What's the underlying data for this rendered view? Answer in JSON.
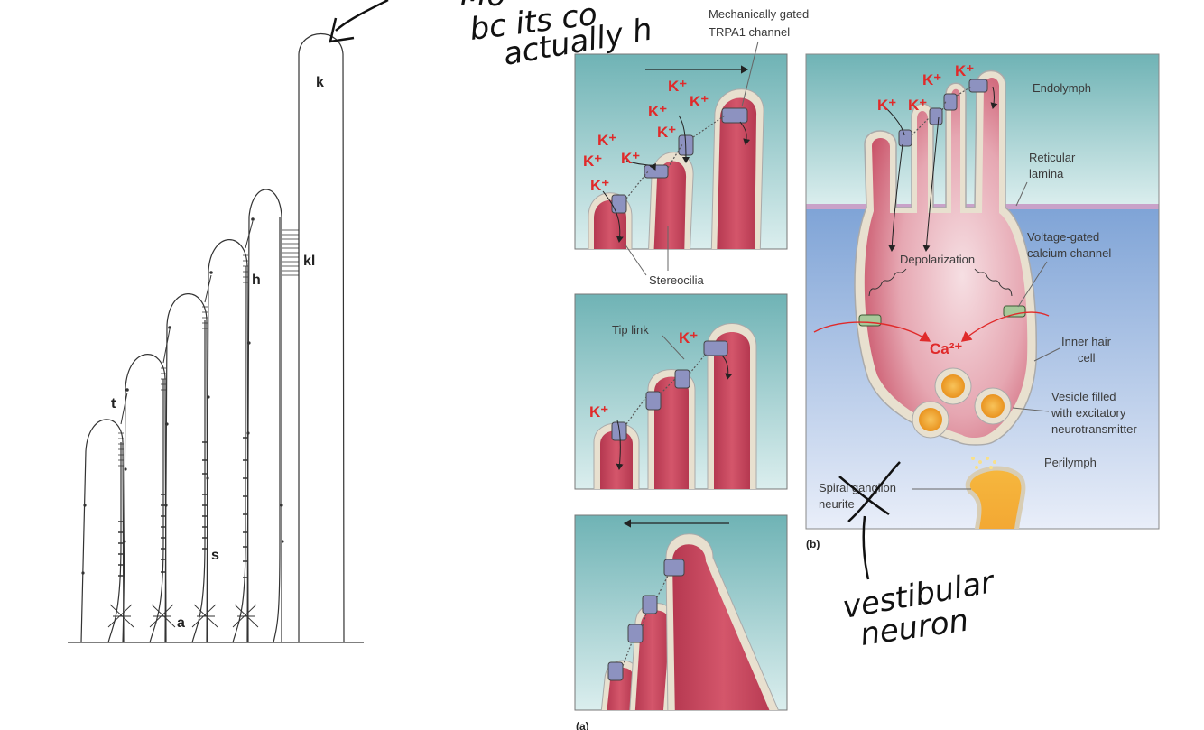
{
  "left_diagram": {
    "labels": {
      "k": "k",
      "kl": "kl",
      "h": "h",
      "t": "t",
      "s": "s",
      "a": "a"
    }
  },
  "handwritten": {
    "top_line1": "Mo",
    "top_line2": "bc its co",
    "top_line3": "actually h",
    "bottom_line1": "vestibular",
    "bottom_line2": "neuron"
  },
  "panel_a": {
    "channel_label_line1": "Mechanically gated",
    "channel_label_line2": "TRPA1 channel",
    "stereocilia_label": "Stereocilia",
    "tip_link_label": "Tip link",
    "ion": "K⁺",
    "caption": "(a)"
  },
  "panel_b": {
    "endolymph": "Endolymph",
    "reticular_line1": "Reticular",
    "reticular_line2": "lamina",
    "voltage_line1": "Voltage-gated",
    "voltage_line2": "calcium channel",
    "depolarization": "Depolarization",
    "calcium": "Ca²⁺",
    "inner_line1": "Inner hair",
    "inner_line2": "cell",
    "vesicle_line1": "Vesicle filled",
    "vesicle_line2": "with excitatory",
    "vesicle_line3": "neurotransmitter",
    "perilymph": "Perilymph",
    "spiral_line1": "Spiral ganglion",
    "spiral_line2": "neurite",
    "ion": "K⁺",
    "caption": "(b)"
  },
  "colors": {
    "cell_fill": "#c8485e",
    "membrane": "#e8e0cf",
    "endolymph_bg": "#8ec6c6",
    "perilymph_bg": "#9fb8dc",
    "ion_red": "#e02a2a",
    "channel": "#8d92c0",
    "vesicle": "#f2a531"
  }
}
